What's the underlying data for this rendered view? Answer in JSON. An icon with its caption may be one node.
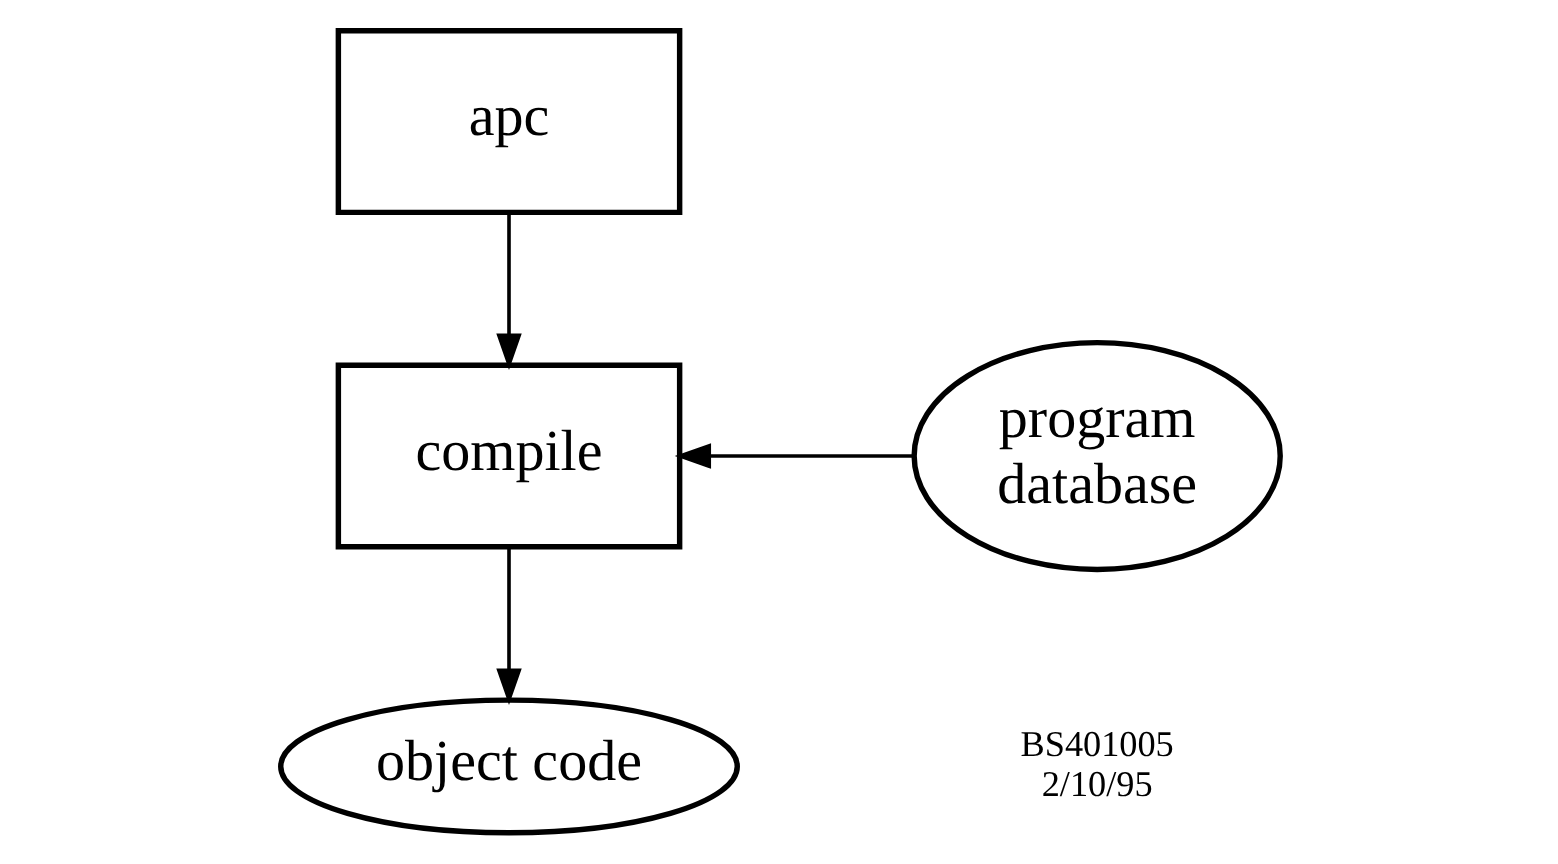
{
  "diagram": {
    "nodes": [
      {
        "text": [
          "apc"
        ]
      },
      {
        "text": [
          "compile"
        ]
      },
      {
        "text": [
          "program database"
        ]
      },
      {
        "text": [
          "object code"
        ]
      }
    ],
    "edges": [
      {
        "from": 0,
        "to": 1,
        "arrow": "to"
      },
      {
        "from": 2,
        "to": 1,
        "arrow": "to"
      },
      {
        "from": 1,
        "to": 3,
        "arrow": "to"
      }
    ],
    "labels": [
      "BS401005",
      "2/10/95"
    ]
  }
}
